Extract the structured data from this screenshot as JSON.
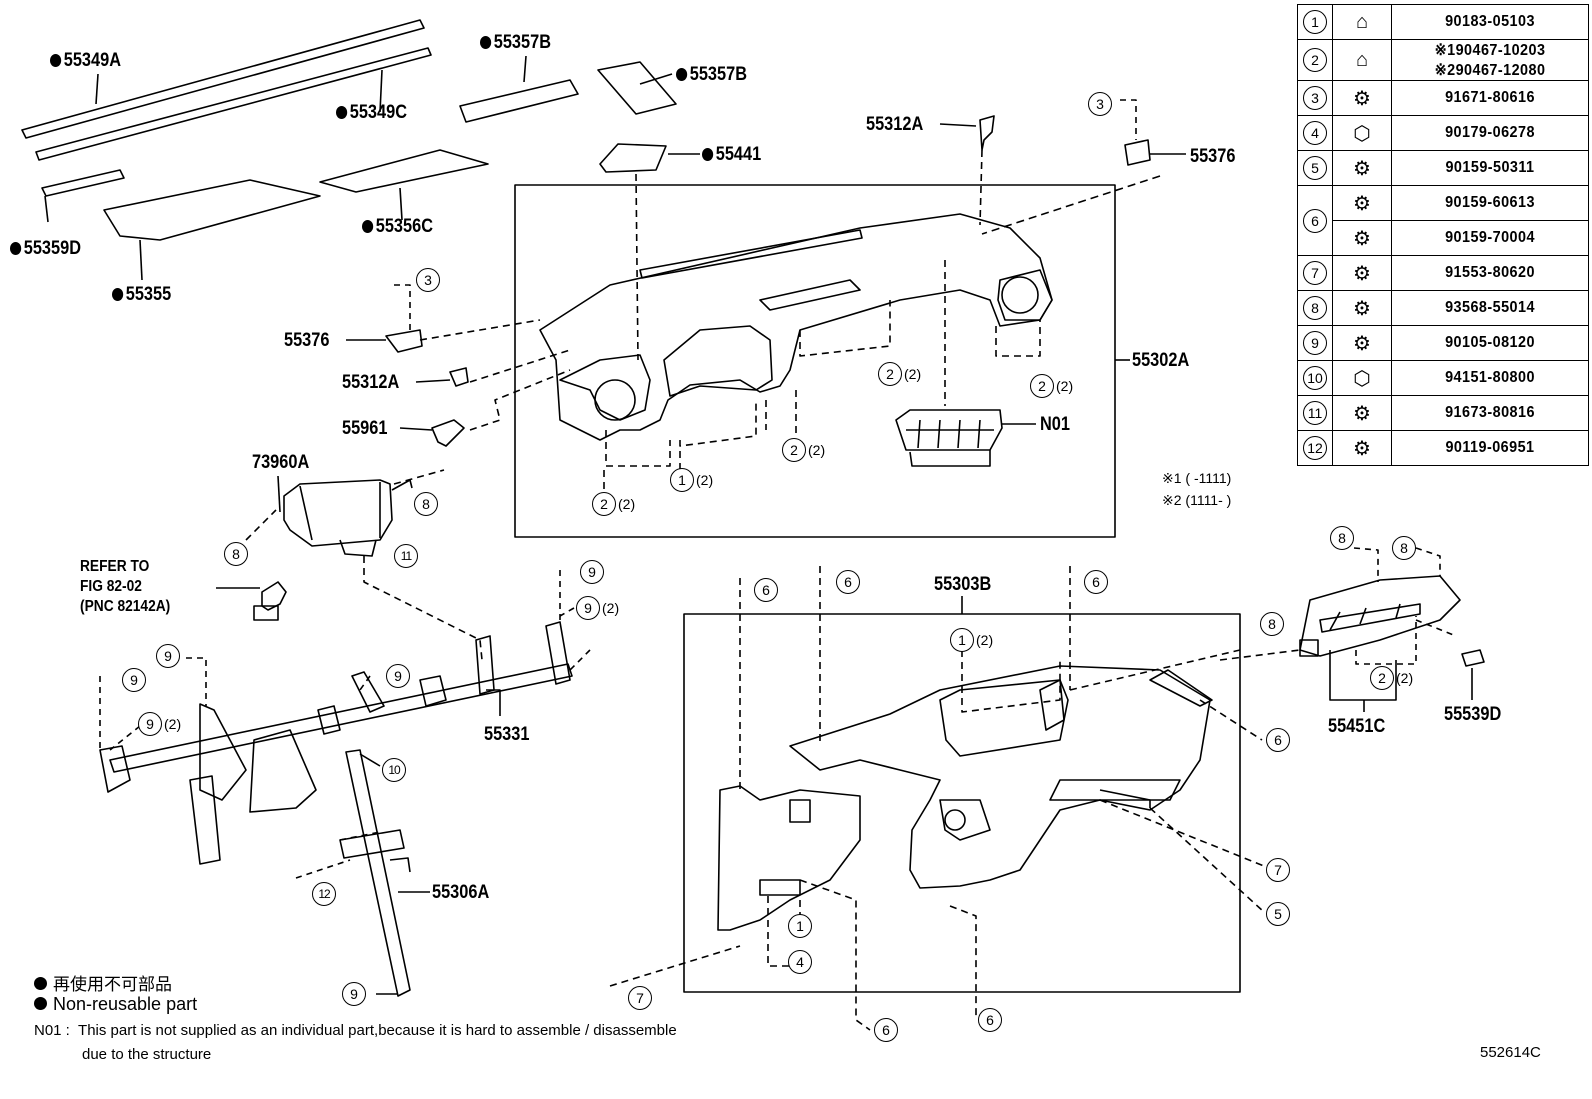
{
  "diagram_code": "552614C",
  "part_labels": [
    {
      "id": "55349A",
      "text": "55349A",
      "dot": true
    },
    {
      "id": "55349C",
      "text": "55349C",
      "dot": true
    },
    {
      "id": "55357B-1",
      "text": "55357B",
      "dot": true
    },
    {
      "id": "55357B-2",
      "text": "55357B",
      "dot": true
    },
    {
      "id": "55359D",
      "text": "55359D",
      "dot": true
    },
    {
      "id": "55356C",
      "text": "55356C",
      "dot": true
    },
    {
      "id": "55355",
      "text": "55355",
      "dot": true
    },
    {
      "id": "55441",
      "text": "55441",
      "dot": true
    },
    {
      "id": "55312A-1",
      "text": "55312A",
      "dot": false
    },
    {
      "id": "55312A-2",
      "text": "55312A",
      "dot": false
    },
    {
      "id": "55376-1",
      "text": "55376",
      "dot": false
    },
    {
      "id": "55376-2",
      "text": "55376",
      "dot": false
    },
    {
      "id": "55961",
      "text": "55961",
      "dot": false
    },
    {
      "id": "55302A",
      "text": "55302A",
      "dot": false
    },
    {
      "id": "N01",
      "text": "N01",
      "dot": false
    },
    {
      "id": "73960A",
      "text": "73960A",
      "dot": false
    },
    {
      "id": "55331",
      "text": "55331",
      "dot": false
    },
    {
      "id": "55306A",
      "text": "55306A",
      "dot": false
    },
    {
      "id": "55303B",
      "text": "55303B",
      "dot": false
    },
    {
      "id": "55451C",
      "text": "55451C",
      "dot": false
    },
    {
      "id": "55539D",
      "text": "55539D",
      "dot": false
    }
  ],
  "refer_note": [
    "REFER TO",
    "FIG 82-02",
    "(PNC 82142A)"
  ],
  "callouts": {
    "c1": "3",
    "c2": "3",
    "c3": "2",
    "c4": "2",
    "c5": "1",
    "c6": "2",
    "c7": "2",
    "c8": "8",
    "c9": "8",
    "c10": "11",
    "c11": "9",
    "c12": "9",
    "c13": "9",
    "c14": "9",
    "c15": "9",
    "c16": "9",
    "c17": "10",
    "c18": "12",
    "c19": "9",
    "c20": "6",
    "c21": "6",
    "c22": "6",
    "c23": "1",
    "c24": "6",
    "c25": "7",
    "c26": "5",
    "c27": "1",
    "c28": "4",
    "c29": "6",
    "c30": "6",
    "c31": "7",
    "c32": "8",
    "c33": "8",
    "c34": "8",
    "c35": "2"
  },
  "qty": "(2)",
  "variant_notes": [
    "※1 (    -1111)",
    "※2 (1111-    )"
  ],
  "parts_table": [
    {
      "no": "1",
      "icon": "clip-icon",
      "pn": [
        "90183-05103"
      ]
    },
    {
      "no": "2",
      "icon": "clip-icon",
      "pn": [
        "※190467-10203",
        "※290467-12080"
      ]
    },
    {
      "no": "3",
      "icon": "screw-icon",
      "pn": [
        "91671-80616"
      ]
    },
    {
      "no": "4",
      "icon": "nut-icon",
      "pn": [
        "90179-06278"
      ]
    },
    {
      "no": "5",
      "icon": "screw-icon",
      "pn": [
        "90159-50311"
      ]
    },
    {
      "no": "6",
      "icon": "screw-icon",
      "pn": [
        "90159-60613",
        "90159-70004"
      ]
    },
    {
      "no": "7",
      "icon": "screw-icon",
      "pn": [
        "91553-80620"
      ]
    },
    {
      "no": "8",
      "icon": "screw-icon",
      "pn": [
        "93568-55014"
      ]
    },
    {
      "no": "9",
      "icon": "screw-icon",
      "pn": [
        "90105-08120"
      ]
    },
    {
      "no": "10",
      "icon": "nut-icon",
      "pn": [
        "94151-80800"
      ]
    },
    {
      "no": "11",
      "icon": "screw-icon",
      "pn": [
        "91673-80816"
      ]
    },
    {
      "no": "12",
      "icon": "screw-icon",
      "pn": [
        "90119-06951"
      ]
    }
  ],
  "legend": {
    "line1": "再使用不可部品",
    "line2": "Non-reusable part",
    "note_prefix": "N01 :",
    "note_line1": "This part is not supplied as an individual part,because it is hard to assemble / disassemble",
    "note_line2": "due to the structure"
  }
}
